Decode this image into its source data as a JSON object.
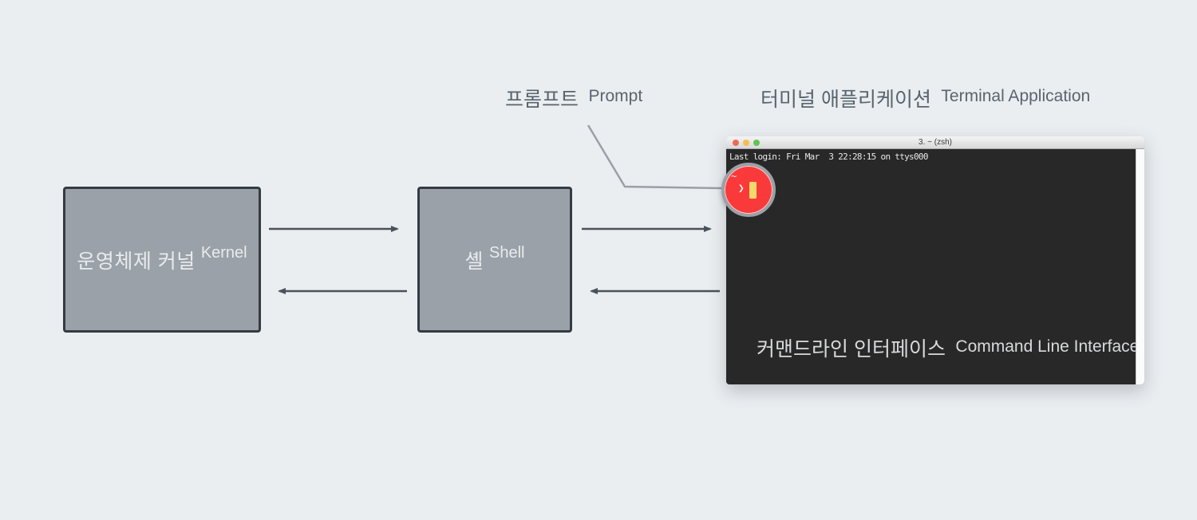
{
  "colors": {
    "background": "#eaeef1",
    "box_fill": "#9aa1a8",
    "box_border": "#343b42",
    "box_text": "#e9ebed",
    "arrow": "#49525b",
    "callout_text": "#59646e",
    "leader_line": "#9aa0a6",
    "terminal_background": "#282828",
    "terminal_text": "#e8e8e8",
    "titlebar_background": "#e6e6e6",
    "dot_red": "#ee6a5e",
    "dot_yellow": "#f4bf4f",
    "dot_green": "#5ec454",
    "highlight_circle_fill": "#fa3a3a",
    "highlight_circle_ring": "#9ba1a7",
    "cursor_block": "#f3d96b",
    "cli_label_text": "#d9dadc"
  },
  "boxes": {
    "kernel": {
      "ko": "운영체제 커널",
      "en": "Kernel"
    },
    "shell": {
      "ko": "셸",
      "en": "Shell"
    }
  },
  "callouts": {
    "prompt": {
      "ko": "프롬프트",
      "en": "Prompt"
    },
    "terminal_app": {
      "ko": "터미널 애플리케이션",
      "en": "Terminal Application"
    },
    "cli": {
      "ko": "커맨드라인 인터페이스",
      "en": "Command Line Interface"
    }
  },
  "terminal": {
    "title": "3. ~ (zsh)",
    "last_login_line": "Last login: Fri Mar  3 22:28:15 on ttys000",
    "prompt_tilde": "~",
    "prompt_chevron": "❯"
  }
}
